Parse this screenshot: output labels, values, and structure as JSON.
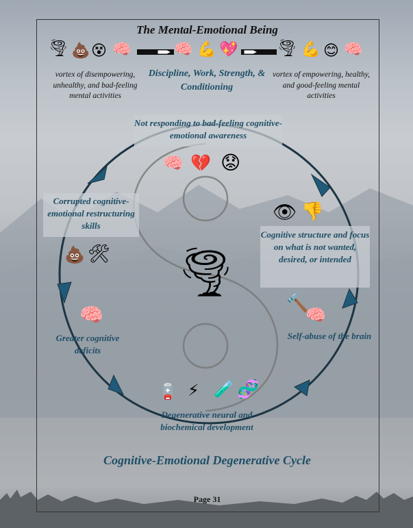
{
  "header": {
    "title": "The Mental-Emotional Being",
    "left_caption": "vortex of disempowering, unhealthy, and bad-feeling mental activities",
    "center_caption": "Discipline, Work, Strength, & Conditioning",
    "right_caption": "vortex of empowering, healthy, and good-feeling mental activities"
  },
  "cycle": {
    "title": "Cognitive-Emotional Degenerative Cycle",
    "stages": [
      "Not responding to bad-feeling cognitive-emotional awareness",
      "Cognitive structure and focus on what is not wanted, desired, or intended",
      "Self-abuse of the brain",
      "Degenerative neural and biochemical development",
      "Greater cognitive deficits",
      "Corrupted cognitive-emotional restructuring skills"
    ]
  },
  "footer": {
    "page": "Page 31"
  },
  "icons": [
    "tornado-icon",
    "poop-icon",
    "dizzy-face-icon",
    "brain-icon",
    "flexed-biceps-icon",
    "sparkling-heart-icon",
    "smiling-face-icon",
    "broken-heart-icon",
    "sad-face-icon",
    "eye-icon",
    "thumbs-down-icon",
    "hammer-icon",
    "low-battery-icon",
    "lightning-icon",
    "test-tube-icon",
    "dna-icon",
    "tools-icon"
  ],
  "colors": {
    "accent": "#1f4e66",
    "cycle_stroke": "#1c3544"
  }
}
